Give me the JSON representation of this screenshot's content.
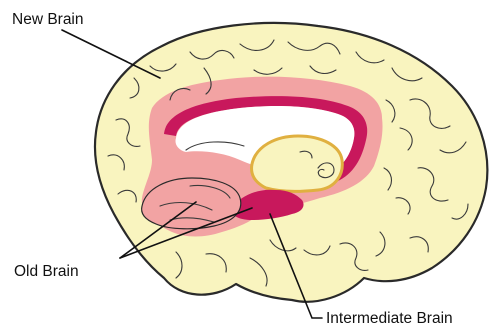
{
  "diagram": {
    "labels": {
      "new_brain": "New Brain",
      "old_brain": "Old Brain",
      "intermediate_brain": "Intermediate Brain"
    },
    "colors": {
      "new_brain_fill": "#f9f4bf",
      "old_brain_fill": "#f2a3a3",
      "intermediate_brain_fill": "#c8185c",
      "ventricle_fill": "#ffffff",
      "thalamus_outline": "#e0b040",
      "outline": "#2a2a2a"
    }
  }
}
